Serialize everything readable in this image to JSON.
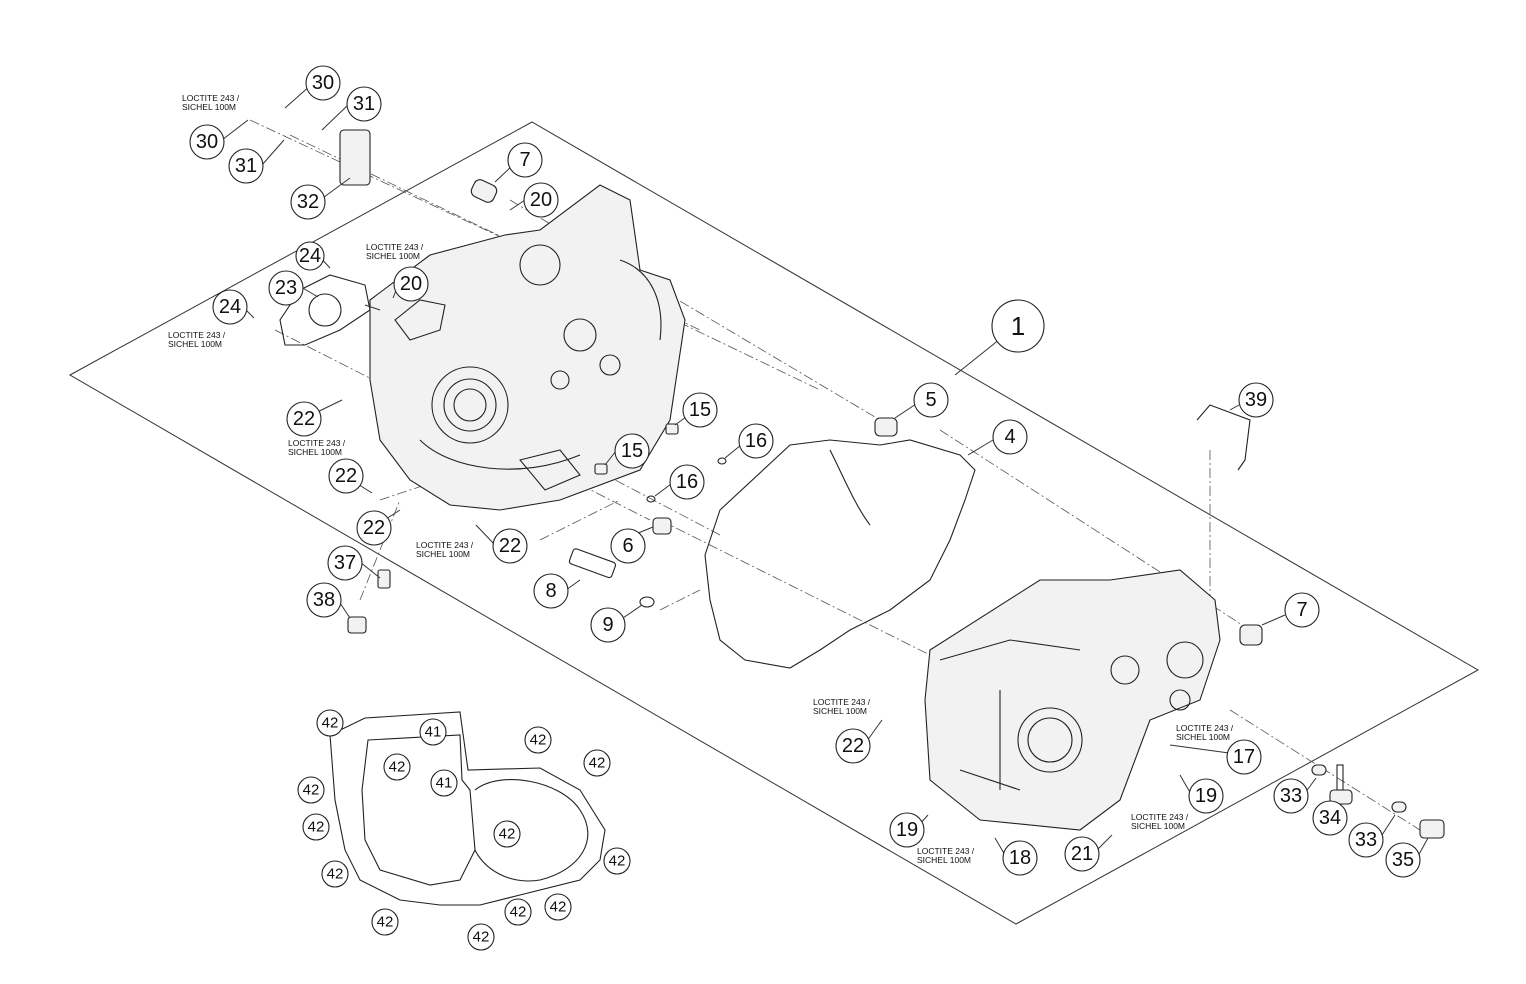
{
  "diagram": {
    "note_line1": "LOCTITE 243 /",
    "note_line2": "SICHEL 100M",
    "main_labels": {
      "l1": "1",
      "l4": "4",
      "l5": "5",
      "l6": "6",
      "l7a": "7",
      "l7b": "7",
      "l8": "8",
      "l9": "9",
      "l15a": "15",
      "l15b": "15",
      "l16a": "16",
      "l16b": "16",
      "l17": "17",
      "l18": "18",
      "l19a": "19",
      "l19b": "19",
      "l20a": "20",
      "l20b": "20",
      "l21": "21",
      "l22a": "22",
      "l22b": "22",
      "l22c": "22",
      "l22d": "22",
      "l22e": "22",
      "l23": "23",
      "l24a": "24",
      "l24b": "24",
      "l30a": "30",
      "l30b": "30",
      "l31a": "31",
      "l31b": "31",
      "l32": "32",
      "l33a": "33",
      "l33b": "33",
      "l34": "34",
      "l35": "35",
      "l37": "37",
      "l38": "38",
      "l39": "39"
    },
    "gasket_labels": {
      "g41a": "41",
      "g41b": "41",
      "g42a": "42",
      "g42b": "42",
      "g42c": "42",
      "g42d": "42",
      "g42e": "42",
      "g42f": "42",
      "g42g": "42",
      "g42h": "42",
      "g42i": "42",
      "g42j": "42",
      "g42k": "42",
      "g42l": "42",
      "g42m": "42"
    }
  }
}
